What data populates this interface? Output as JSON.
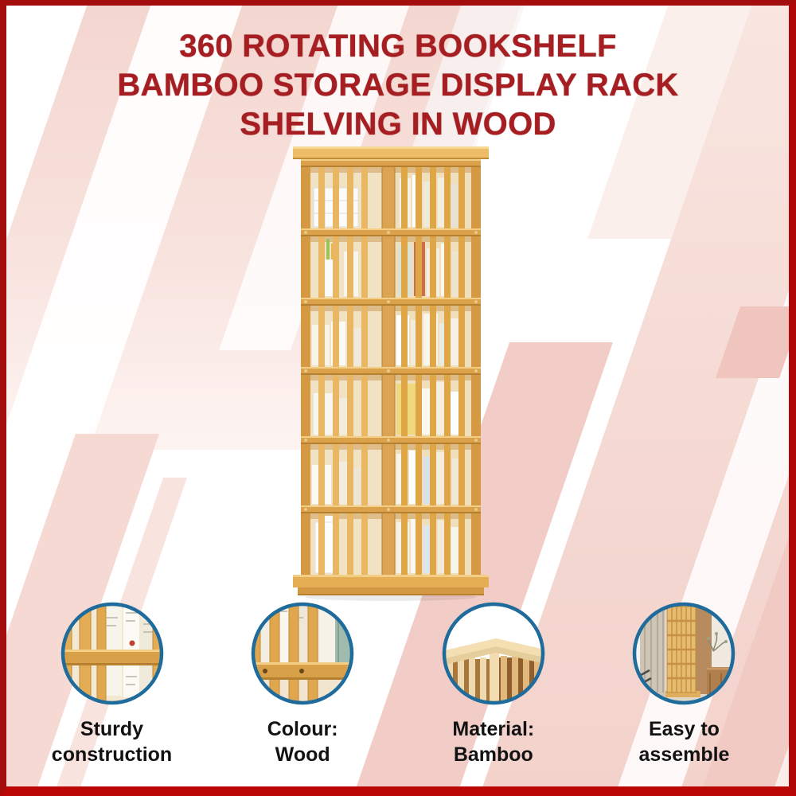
{
  "title": {
    "lines": [
      "360 ROTATING BOOKSHELF",
      "BAMBOO STORAGE DISPLAY RACK",
      "SHELVING IN WOOD"
    ]
  },
  "product": {
    "image": "rotating-bamboo-bookshelf-tower-with-books"
  },
  "features": [
    {
      "image": "shelf-slats-books-closeup",
      "line1": "Sturdy",
      "line2": "construction"
    },
    {
      "image": "shelf-rail-screws-closeup",
      "line1": "Colour:",
      "line2": "Wood"
    },
    {
      "image": "shelf-top-corner-closeup",
      "line1": "Material:",
      "line2": "Bamboo"
    },
    {
      "image": "shelf-in-room-scene",
      "line1": "Easy to",
      "line2": "assemble"
    }
  ],
  "colors": {
    "title_red": "#A61E22",
    "frame_red": "#A90C0C",
    "circle_border_blue": "#1E6B9C",
    "wood": "#DFA94F",
    "pink_stripe": "#F6D9D4"
  }
}
